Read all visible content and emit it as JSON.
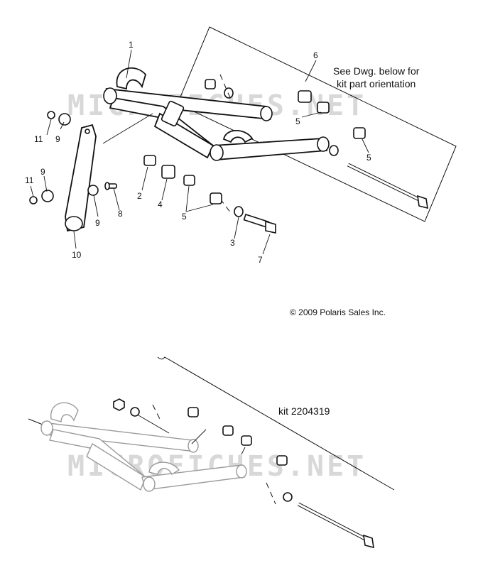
{
  "callouts": {
    "c1": "1",
    "c2": "2",
    "c3": "3",
    "c4": "4",
    "c5a": "5",
    "c5b": "5",
    "c5c": "5",
    "c6": "6",
    "c7": "7",
    "c8": "8",
    "c9a": "9",
    "c9b": "9",
    "c9c": "9",
    "c10": "10",
    "c11a": "11",
    "c11b": "11"
  },
  "note": {
    "line1": "See Dwg. below for",
    "line2": "kit part orientation"
  },
  "copyright": "© 2009 Polaris Sales Inc.",
  "kit_label": "kit 2204319",
  "watermark": "MICROFICHES.NET"
}
